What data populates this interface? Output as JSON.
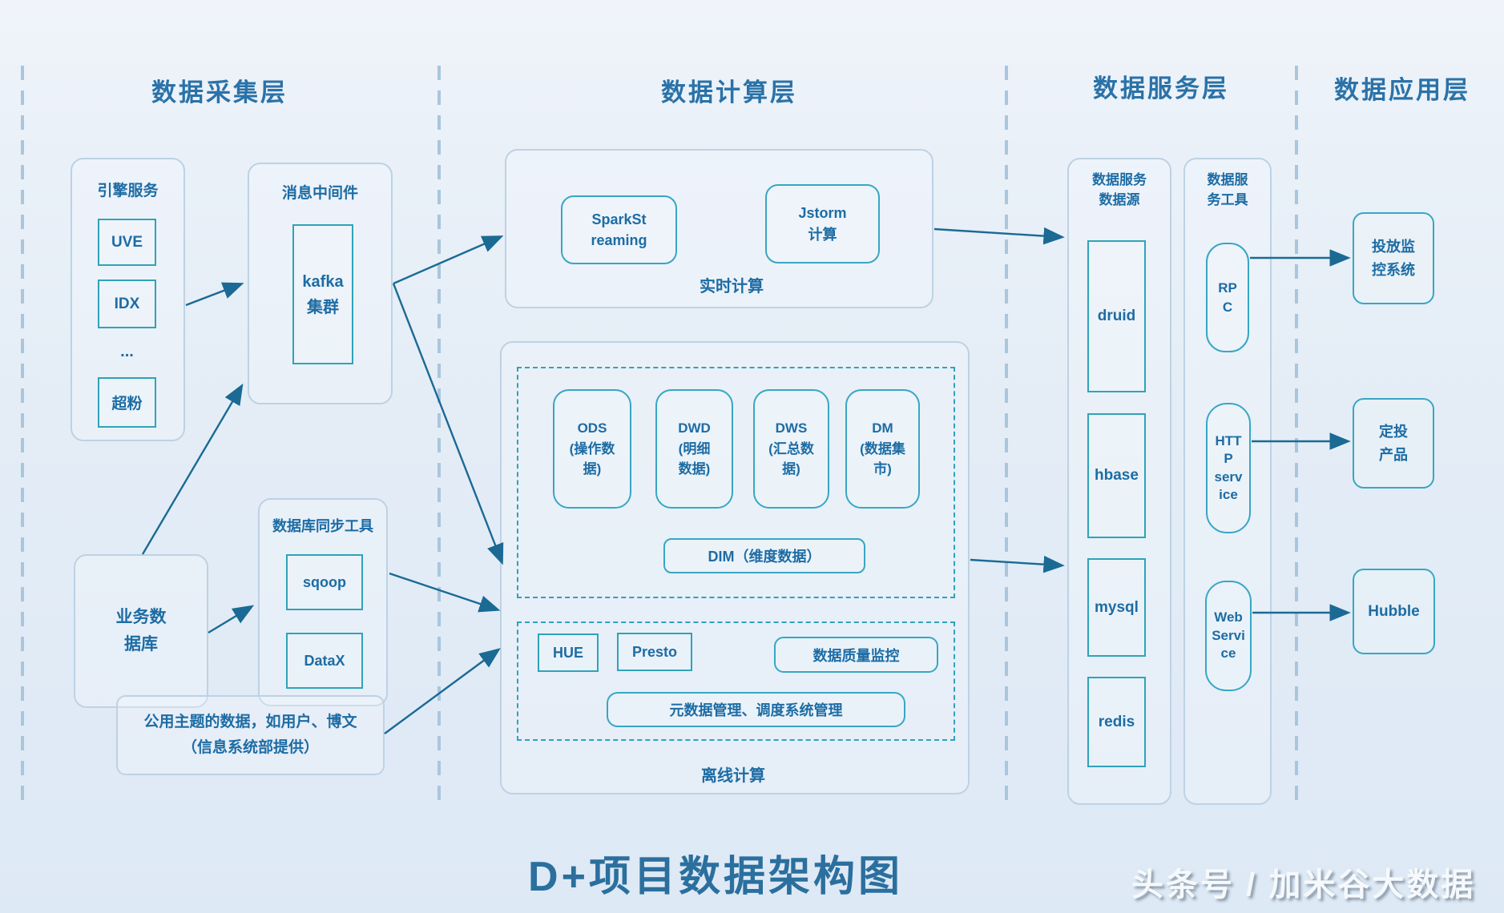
{
  "headers": {
    "collection": "数据采集层",
    "computing": "数据计算层",
    "service": "数据服务层",
    "application": "数据应用层"
  },
  "collection": {
    "engine": {
      "title": "引擎服务",
      "uve": "UVE",
      "idx": "IDX",
      "ellipsis": "...",
      "superfan": "超粉"
    },
    "middleware": {
      "title": "消息中间件",
      "kafka": "kafka\n集群"
    },
    "business_db": "业务数\n据库",
    "sync_tool": {
      "title": "数据库同步工具",
      "sqoop": "sqoop",
      "datax": "DataX"
    },
    "public_data_note": "公用主题的数据，如用户、博文\n（信息系统部提供）"
  },
  "computing": {
    "realtime": {
      "label": "实时计算",
      "spark_streaming": "SparkSt\nreaming",
      "jstorm": "Jstorm\n计算"
    },
    "offline": {
      "label": "离线计算",
      "ods": "ODS\n(操作数\n据)",
      "dwd": "DWD\n(明细\n数据)",
      "dws": "DWS\n(汇总数\n据)",
      "dm": "DM\n(数据集\n市)",
      "dim": "DIM（维度数据）",
      "hue": "HUE",
      "presto": "Presto",
      "quality": "数据质量监控",
      "meta": "元数据管理、调度系统管理"
    }
  },
  "service": {
    "datasource": {
      "title": "数据服务\n数据源",
      "druid": "druid",
      "hbase": "hbase",
      "mysql": "mysql",
      "redis": "redis"
    },
    "tools": {
      "title": "数据服\n务工具",
      "rpc": "RP\nC",
      "http": "HTT\nP\nserv\nice",
      "web": "Web\nServi\nce"
    }
  },
  "application": {
    "delivery_monitor": "投放监\n控系统",
    "fixed_invest": "定投\n产品",
    "hubble": "Hubble"
  },
  "footer": {
    "diagram_title": "D+项目数据架构图",
    "watermark": "头条号 / 加米谷大数据"
  },
  "colors": {
    "background": "#e4edf6",
    "teal_border": "#2fa3b8",
    "rounded_border": "#38a6c4",
    "container_border": "#bdd2e4",
    "arrow": "#1a6a94",
    "text": "#1d6ca4",
    "separator": "#a9c6dd"
  }
}
